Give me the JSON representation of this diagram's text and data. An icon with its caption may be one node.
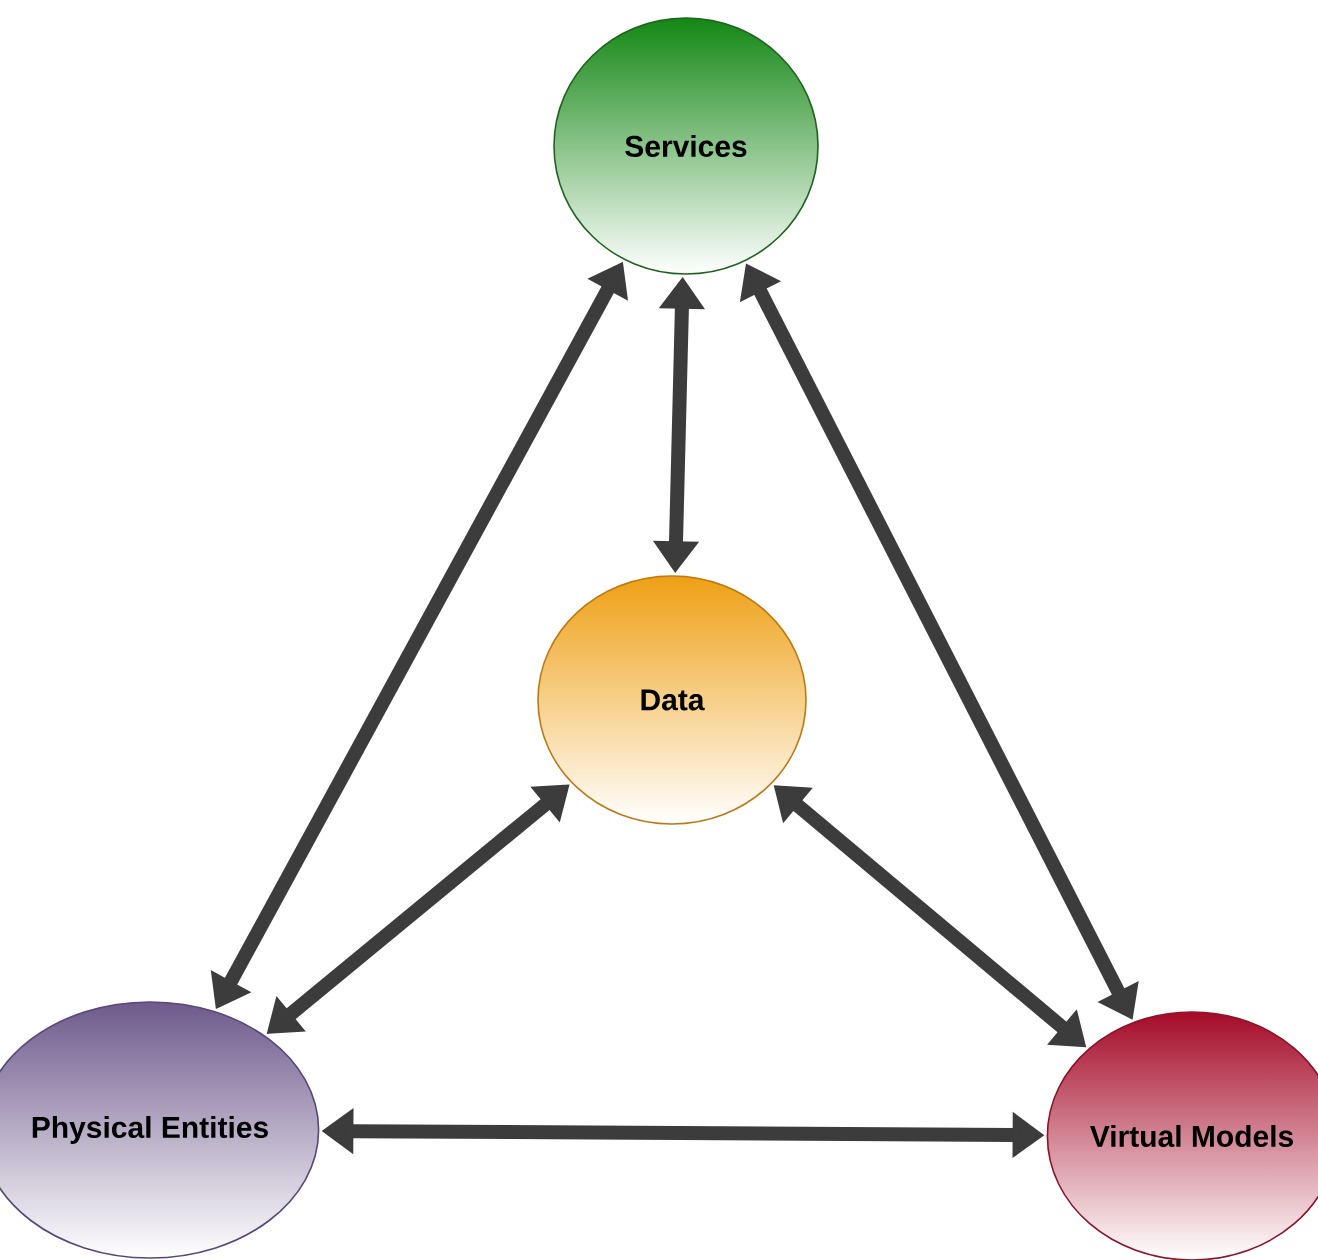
{
  "diagram": {
    "nodes": [
      {
        "text": [
          "Services"
        ]
      },
      {
        "text": [
          "Data"
        ]
      },
      {
        "text": [
          "Physical Entities"
        ]
      },
      {
        "text": [
          "Virtual Models"
        ]
      }
    ],
    "edges": [
      {
        "from": 0,
        "to": 1,
        "arrow": "both"
      },
      {
        "from": 0,
        "to": 2,
        "arrow": "both"
      },
      {
        "from": 0,
        "to": 3,
        "arrow": "both"
      },
      {
        "from": 1,
        "to": 2,
        "arrow": "both"
      },
      {
        "from": 1,
        "to": 3,
        "arrow": "both"
      },
      {
        "from": 2,
        "to": 3,
        "arrow": "both"
      }
    ]
  }
}
